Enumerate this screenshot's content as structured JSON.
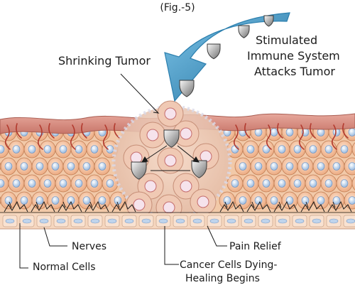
{
  "figure_label": "(Fig.-5)",
  "labels": {
    "shrinking_tumor": "Shrinking Tumor",
    "stimulated_line1": "Stimulated",
    "stimulated_line2": "Immune System",
    "stimulated_line3": "Attacks Tumor",
    "nerves": "Nerves",
    "normal_cells": "Normal Cells",
    "pain_relief": "Pain Relief",
    "cancer_line1": "Cancer Cells Dying-",
    "cancer_line2": "Healing Begins"
  },
  "colors": {
    "arrow": "#4aa6d6",
    "arrow_dark": "#1e6f9f",
    "cell_fill": "#f3b98f",
    "cell_stroke": "#c07e55",
    "nucleus": "#a9c7e8",
    "skin_top": "#d98a7d",
    "basal": "#bfd4ec",
    "vessel": "#b23a2e",
    "nerve": "#1a1a1a"
  },
  "icons": {
    "immune_cell": "shield-shaped immune cell glyph",
    "arrow": "curved downward arrow"
  }
}
